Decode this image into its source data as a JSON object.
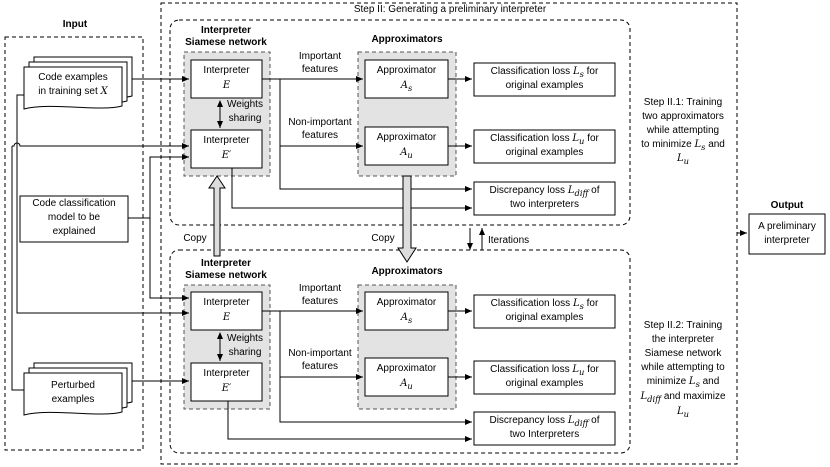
{
  "input": {
    "title": "Input",
    "code_examples": [
      "Code examples",
      "in training set"
    ],
    "set_symbol": "X",
    "model": [
      "Code classification",
      "model to be",
      "explained"
    ],
    "perturbed": [
      "Perturbed",
      "examples"
    ]
  },
  "step2": {
    "title": "Step II: Generating a preliminary interpreter",
    "copy_left": "Copy",
    "copy_mid": "Copy",
    "iterations": "Iterations"
  },
  "panel1": {
    "siamese_title": [
      "Interpreter",
      "Siamese network"
    ],
    "interpreter_label": "Interpreter",
    "interpreter_symbol": "E",
    "interpreter2_label": "Interpreter",
    "interpreter2_symbol": "E′",
    "weights_sharing": [
      "Weights",
      "sharing"
    ],
    "important_features": [
      "Important",
      "features"
    ],
    "non_important_features": [
      "Non-important",
      "features"
    ],
    "approximators_title": "Approximators",
    "approx_s_label": "Approximator",
    "approx_s_symbol": "A",
    "approx_s_sub": "s",
    "approx_u_label": "Approximator",
    "approx_u_symbol": "A",
    "approx_u_sub": "u",
    "loss_s": [
      "Classification loss",
      "for",
      "original examples"
    ],
    "loss_s_symbol": "L",
    "loss_s_sub": "s",
    "loss_u": [
      "Classification loss",
      "for",
      "original examples"
    ],
    "loss_u_symbol": "L",
    "loss_u_sub": "u",
    "loss_diff": [
      "Discrepancy loss",
      "of",
      "two interpreters"
    ],
    "loss_diff_symbol": "L",
    "loss_diff_sub": "diff",
    "desc": [
      "Step II.1: Training",
      "two approximators",
      "while attempting",
      "to minimize",
      "and"
    ],
    "desc_and_pre": "to minimize",
    "desc_ls": "L",
    "desc_ls_sub": "s",
    "desc_lu": "L",
    "desc_lu_sub": "u"
  },
  "panel2": {
    "siamese_title": [
      "Interpreter",
      "Siamese network"
    ],
    "interpreter_label": "Interpreter",
    "interpreter_symbol": "E",
    "interpreter2_label": "Interpreter",
    "interpreter2_symbol": "E′",
    "weights_sharing": [
      "Weights",
      "sharing"
    ],
    "important_features": [
      "Important",
      "features"
    ],
    "non_important_features": [
      "Non-important",
      "features"
    ],
    "approximators_title": "Approximators",
    "approx_s_label": "Approximator",
    "approx_s_symbol": "A",
    "approx_s_sub": "s",
    "approx_u_label": "Approximator",
    "approx_u_symbol": "A",
    "approx_u_sub": "u",
    "loss_s": [
      "Classification loss",
      "for",
      "original examples"
    ],
    "loss_s_symbol": "L",
    "loss_s_sub": "s",
    "loss_u": [
      "Classification loss",
      "for",
      "original examples"
    ],
    "loss_u_symbol": "L",
    "loss_u_sub": "u",
    "loss_diff": [
      "Discrepancy loss",
      "of",
      "two Interpreters"
    ],
    "loss_diff_symbol": "L",
    "loss_diff_sub": "diff",
    "desc": [
      "Step II.2: Training",
      "the interpreter",
      "Siamese network",
      "while attempting to",
      "minimize",
      "and",
      "and maximize"
    ],
    "desc_ls": "L",
    "desc_ls_sub": "s",
    "desc_ldiff": "L",
    "desc_ldiff_sub": "diff",
    "desc_lu": "L",
    "desc_lu_sub": "u"
  },
  "output": {
    "title": "Output",
    "box": [
      "A preliminary",
      "interpreter"
    ]
  }
}
